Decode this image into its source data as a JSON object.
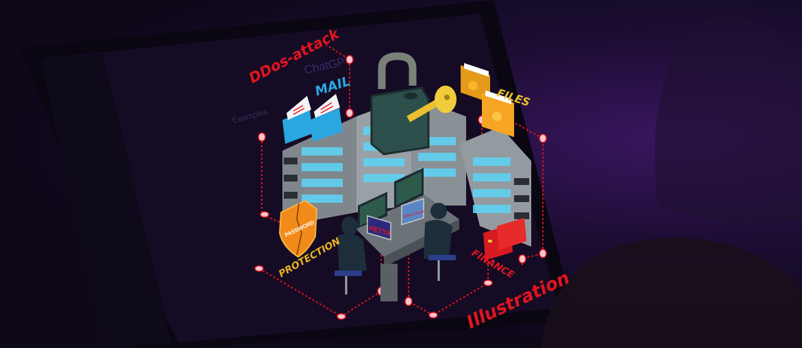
{
  "labels": {
    "ddos": "DDos-attack",
    "chatgpt": "ChatGPT",
    "examples": "Examples",
    "mail": "MAIL",
    "files": "FILES",
    "password": "PASSWORD",
    "protection": "PROTECTION",
    "petya": "PETYA",
    "laptop_screen": "Ddos attack",
    "finance": "FINANCE",
    "illustration": "Illustration"
  },
  "colors": {
    "red": "#e0151f",
    "gold": "#e8b321",
    "mail_blue": "#2aa6e0",
    "server_gray": "#8f979c",
    "server_screen": "#5fd2f2",
    "node": "#f7c7cf"
  }
}
